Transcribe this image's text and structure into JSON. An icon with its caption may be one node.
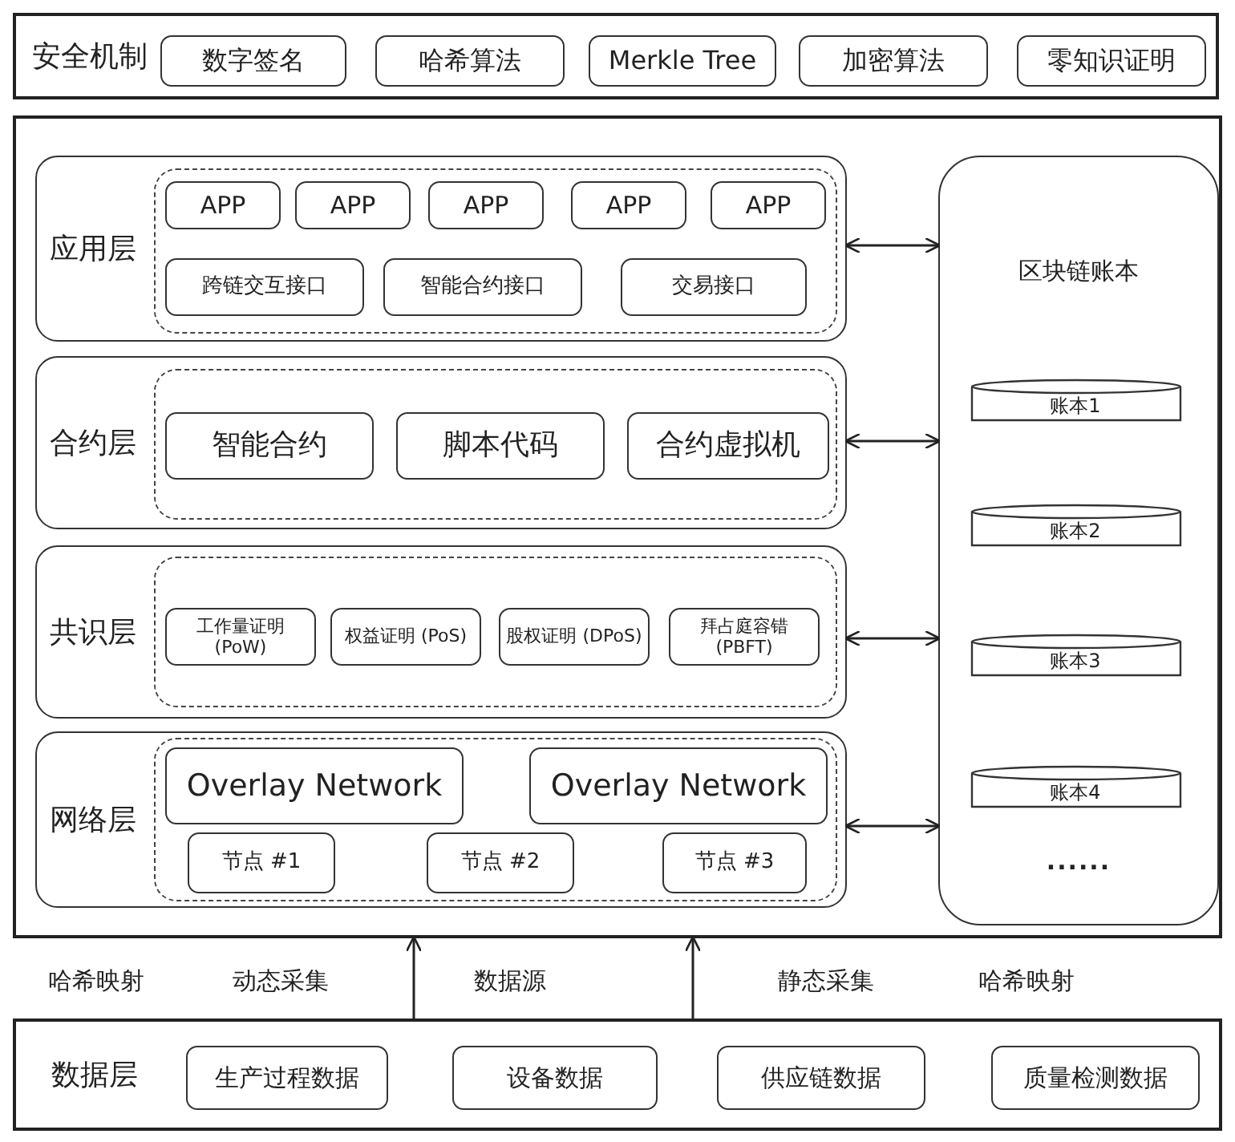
{
  "diagram": {
    "nodes": [
      {
        "text": [
          "安全机制"
        ]
      },
      {
        "text": [
          "数字签名"
        ],
        "in": 0
      },
      {
        "text": [
          "哈希算法"
        ],
        "in": 0
      },
      {
        "text": [
          "Merkle Tree"
        ],
        "in": 0
      },
      {
        "text": [
          "加密算法"
        ],
        "in": 0
      },
      {
        "text": [
          "零知识证明"
        ],
        "in": 0
      },
      {
        "text": [],
        "shape": "box"
      },
      {
        "text": [
          "应用层"
        ],
        "in": 6
      },
      {
        "text": [],
        "shape": "box",
        "in": 7
      },
      {
        "text": [
          "APP"
        ],
        "in": 8
      },
      {
        "text": [
          "APP"
        ],
        "in": 8
      },
      {
        "text": [
          "APP"
        ],
        "in": 8
      },
      {
        "text": [
          "APP"
        ],
        "in": 8
      },
      {
        "text": [
          "APP"
        ],
        "in": 8
      },
      {
        "text": [
          "跨链交互接口"
        ],
        "in": 8
      },
      {
        "text": [
          "智能合约接口"
        ],
        "in": 8
      },
      {
        "text": [
          "交易接口"
        ],
        "in": 8
      },
      {
        "text": [
          "合约层"
        ],
        "in": 6
      },
      {
        "text": [],
        "shape": "box",
        "in": 17
      },
      {
        "text": [
          "智能合约"
        ],
        "in": 18
      },
      {
        "text": [
          "脚本代码"
        ],
        "in": 18
      },
      {
        "text": [
          "合约虚拟机"
        ],
        "in": 18
      },
      {
        "text": [
          "共识层"
        ],
        "in": 6
      },
      {
        "text": [],
        "shape": "box",
        "in": 22
      },
      {
        "text": [
          "工作量证明 (PoW)"
        ],
        "in": 23
      },
      {
        "text": [
          "权益证明 (PoS)"
        ],
        "in": 23
      },
      {
        "text": [
          "股权证明 (DPoS)"
        ],
        "in": 23
      },
      {
        "text": [
          "拜占庭容错 (PBFT)"
        ],
        "in": 23
      },
      {
        "text": [
          "网络层"
        ],
        "in": 6
      },
      {
        "text": [],
        "shape": "box",
        "in": 28
      },
      {
        "text": [
          "Overlay Network"
        ],
        "in": 29
      },
      {
        "text": [
          "Overlay Network"
        ],
        "in": 29
      },
      {
        "text": [
          "节点 #1"
        ],
        "in": 29
      },
      {
        "text": [
          "节点 #2"
        ],
        "in": 29
      },
      {
        "text": [
          "节点 #3"
        ],
        "in": 29
      },
      {
        "text": [
          "区块链账本",
          "......"
        ],
        "in": 6
      },
      {
        "text": [
          "账本1"
        ],
        "in": 35
      },
      {
        "text": [
          "账本2"
        ],
        "in": 35
      },
      {
        "text": [
          "账本3"
        ],
        "in": 35
      },
      {
        "text": [
          "账本4"
        ],
        "in": 35
      },
      {
        "text": [
          "数据层"
        ]
      },
      {
        "text": [
          "生产过程数据"
        ],
        "in": 40
      },
      {
        "text": [
          "设备数据"
        ],
        "in": 40
      },
      {
        "text": [
          "供应链数据"
        ],
        "in": 40
      },
      {
        "text": [
          "质量检测数据"
        ],
        "in": 40
      }
    ],
    "edges": [
      {
        "from": 7,
        "to": 35,
        "arrow": "both"
      },
      {
        "from": 17,
        "to": 35,
        "arrow": "both"
      },
      {
        "from": 22,
        "to": 35,
        "arrow": "both"
      },
      {
        "from": 28,
        "to": 35,
        "arrow": "both"
      },
      {
        "from": 40,
        "to": 6,
        "arrow": "to"
      },
      {
        "from": 40,
        "to": 6,
        "arrow": "to"
      }
    ],
    "labels": [
      "哈希映射",
      "动态采集",
      "数据源",
      "静态采集",
      "哈希映射"
    ]
  }
}
